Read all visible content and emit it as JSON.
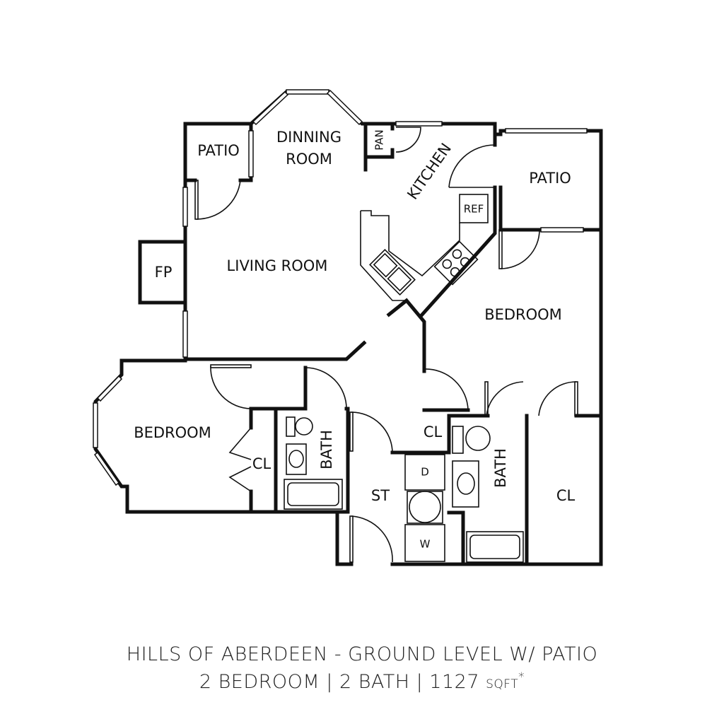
{
  "rooms": {
    "patio_left": "PATIO",
    "dining_1": "DINNING",
    "dining_2": "ROOM",
    "pantry": "PAN",
    "kitchen": "KITCHEN",
    "patio_right": "PATIO",
    "refrigerator": "REF",
    "fireplace": "FP",
    "living": "LIVING ROOM",
    "bedroom_right": "BEDROOM",
    "bedroom_left": "BEDROOM",
    "closet_left": "CL",
    "bath_left": "BATH",
    "storage": "ST",
    "closet_small": "CL",
    "dryer": "D",
    "washer": "W",
    "bath_right": "BATH",
    "closet_right": "CL"
  },
  "caption": {
    "title": "HILLS OF ABERDEEN - GROUND LEVEL W/ PATIO",
    "summary": "2 BEDROOM | 2 BATH | 1127",
    "unit": "SQFT",
    "footnote_mark": "*"
  }
}
